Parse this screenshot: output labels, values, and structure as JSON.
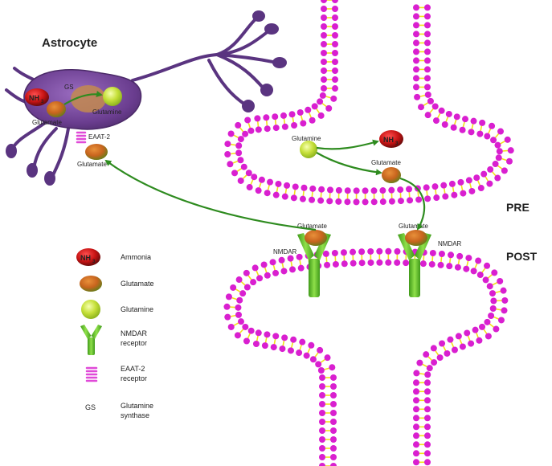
{
  "title": "Astrocyte",
  "labels": {
    "gs": "GS",
    "glutamine": "Glutamine",
    "glutamate": "Glutamate",
    "eaat2": "EAAT-2",
    "nh3_main": "NH",
    "nh3_sub": "3",
    "nmdar": "NMDAR",
    "pre": "PRE",
    "post": "POST"
  },
  "legend": [
    {
      "key": "ammonia",
      "line1": "Ammonia",
      "line2": ""
    },
    {
      "key": "glutamate",
      "line1": "Glutamate",
      "line2": ""
    },
    {
      "key": "glutamine",
      "line1": "Glutamine",
      "line2": ""
    },
    {
      "key": "nmdar",
      "line1": "NMDAR",
      "line2": "receptor"
    },
    {
      "key": "eaat2",
      "line1": "EAAT-2",
      "line2": "receptor"
    },
    {
      "key": "gs",
      "symbol": "GS",
      "line1": "Glutamine",
      "line2": "synthase"
    }
  ],
  "colors": {
    "astrocyte": "#6a3d8f",
    "lipid_head": "#d91fd0",
    "lipid_tail": "#f2e21a",
    "glutamate": "#c8641e",
    "glutamine": "#c6e03a",
    "ammonia": "#c81414",
    "receptor": "#5fc12a",
    "arrow": "#2e8b1f"
  }
}
